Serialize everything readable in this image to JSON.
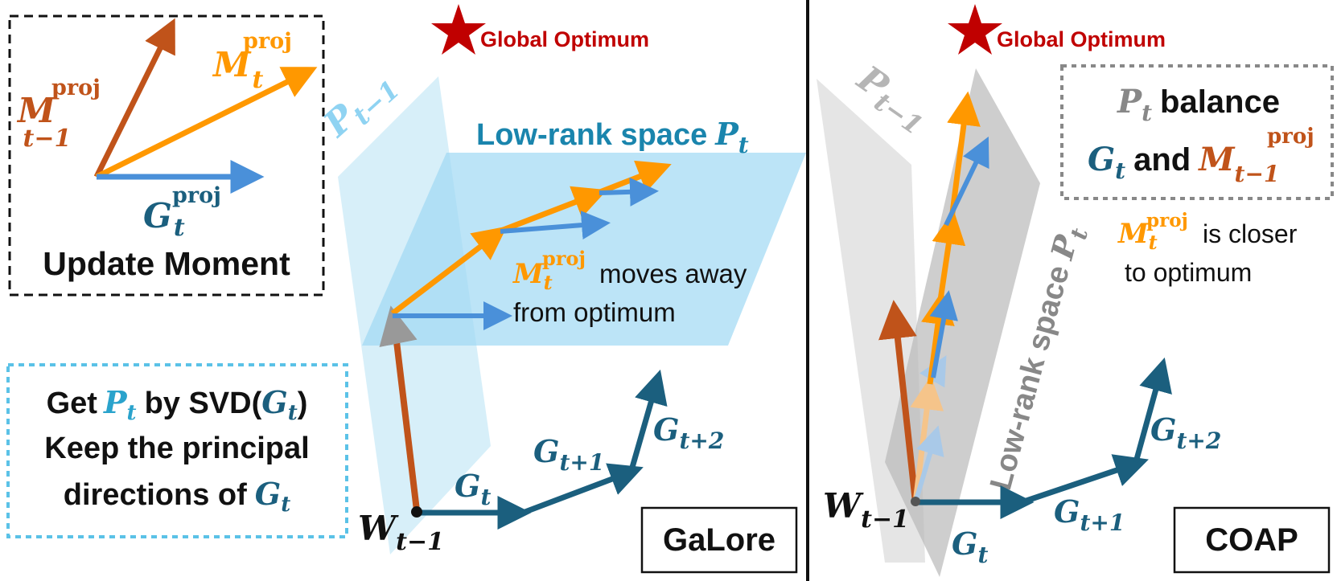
{
  "colors": {
    "teal": "#1b5f7e",
    "blue": "#4a90d9",
    "orange": "#ff9800",
    "rust": "#c0531a",
    "lightblue": "#5bc2e7",
    "red": "#c00000",
    "gray": "#888888",
    "plane_blue": "#9fd8f3",
    "plane_gray": "#b9b9b9"
  },
  "left_legend": {
    "m_proj_label": "M",
    "m_proj_sub": "t",
    "m_proj_sup": "proj",
    "m_prev_label": "M",
    "m_prev_sub": "t−1",
    "m_prev_sup": "proj",
    "g_proj_label": "G",
    "g_proj_sub": "t",
    "g_proj_sup": "proj",
    "title": "Update Moment"
  },
  "svd_box": {
    "line1_prefix": "Get",
    "line1_p": "P",
    "line1_p_sub": "t",
    "line1_mid": "by SVD(",
    "line1_g": "G",
    "line1_g_sub": "t",
    "line1_end": ")",
    "line2": "Keep the principal",
    "line3_prefix": "directions of",
    "line3_g": "G",
    "line3_g_sub": "t"
  },
  "galore": {
    "optimum_label": "Global Optimum",
    "p_prev_label": "P",
    "p_prev_sub": "t−1",
    "lowrank_label": "Low-rank space",
    "lowrank_p": "P",
    "lowrank_p_sub": "t",
    "m_note_label": "M",
    "m_note_sub": "t",
    "m_note_sup": "proj",
    "m_note_text1": "moves away",
    "m_note_text2": "from optimum",
    "w_label": "W",
    "w_sub": "t−1",
    "g_t": "G",
    "g_t_sub": "t",
    "g_t1": "G",
    "g_t1_sub": "t+1",
    "g_t2": "G",
    "g_t2_sub": "t+2",
    "method": "GaLore"
  },
  "coap": {
    "optimum_label": "Global Optimum",
    "p_prev_label": "P",
    "p_prev_sub": "t−1",
    "lowrank_label": "Low-rank space",
    "lowrank_p": "P",
    "lowrank_p_sub": "t",
    "balance_p": "P",
    "balance_p_sub": "t",
    "balance_word": "balance",
    "balance_g": "G",
    "balance_g_sub": "t",
    "balance_and": "and",
    "balance_m": "M",
    "balance_m_sub": "t−1",
    "balance_m_sup": "proj",
    "closer_m": "M",
    "closer_m_sub": "t",
    "closer_m_sup": "proj",
    "closer_text1": "is closer",
    "closer_text2": "to optimum",
    "w_label": "W",
    "w_sub": "t−1",
    "g_t": "G",
    "g_t_sub": "t",
    "g_t1": "G",
    "g_t1_sub": "t+1",
    "g_t2": "G",
    "g_t2_sub": "t+2",
    "method": "COAP"
  }
}
